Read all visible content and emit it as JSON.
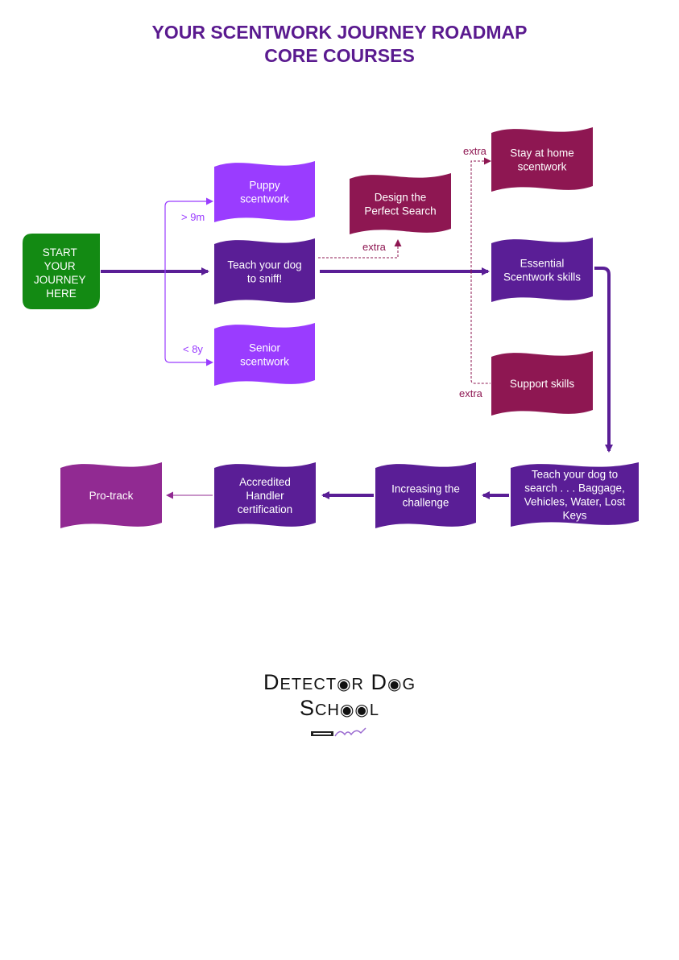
{
  "title": {
    "line1": "YOUR SCENTWORK JOURNEY ROADMAP",
    "line2": "CORE COURSES"
  },
  "colors": {
    "title": "#5a1a8f",
    "start": "#138a13",
    "violet": "#9a3cff",
    "dark_purple": "#5a1e96",
    "maroon": "#8e1752",
    "magenta": "#912a92",
    "arrow_main": "#5a1e96",
    "arrow_extra": "#8e1752"
  },
  "nodes": {
    "start": [
      "START",
      "YOUR",
      "JOURNEY",
      "HERE"
    ],
    "puppy": [
      "Puppy",
      "scentwork"
    ],
    "teach_sniff": [
      "Teach your dog",
      "to sniff!"
    ],
    "senior": [
      "Senior",
      "scentwork"
    ],
    "design": [
      "Design the",
      "Perfect Search"
    ],
    "stay_home": [
      "Stay at home",
      "scentwork"
    ],
    "essential": [
      "Essential",
      "Scentwork skills"
    ],
    "support": [
      "Support skills"
    ],
    "teach_search": [
      "Teach your dog to",
      "search . . . Baggage,",
      "Vehicles, Water, Lost",
      "Keys"
    ],
    "increasing": [
      "Increasing the",
      "challenge"
    ],
    "accredited": [
      "Accredited",
      "Handler",
      "certification"
    ],
    "pro_track": [
      "Pro-track"
    ]
  },
  "edge_labels": {
    "puppy_age": "> 9m",
    "senior_age": "< 8y",
    "extra_design": "extra",
    "extra_stay": "extra",
    "extra_support": "extra"
  },
  "logo": {
    "line1_big1": "D",
    "line1_small1": "ETECT",
    "line1_mid": "R",
    "line1_big2": "D",
    "line1_small2": "G",
    "line2_big": "S",
    "line2_small1": "CH",
    "line2_small2": "L"
  }
}
